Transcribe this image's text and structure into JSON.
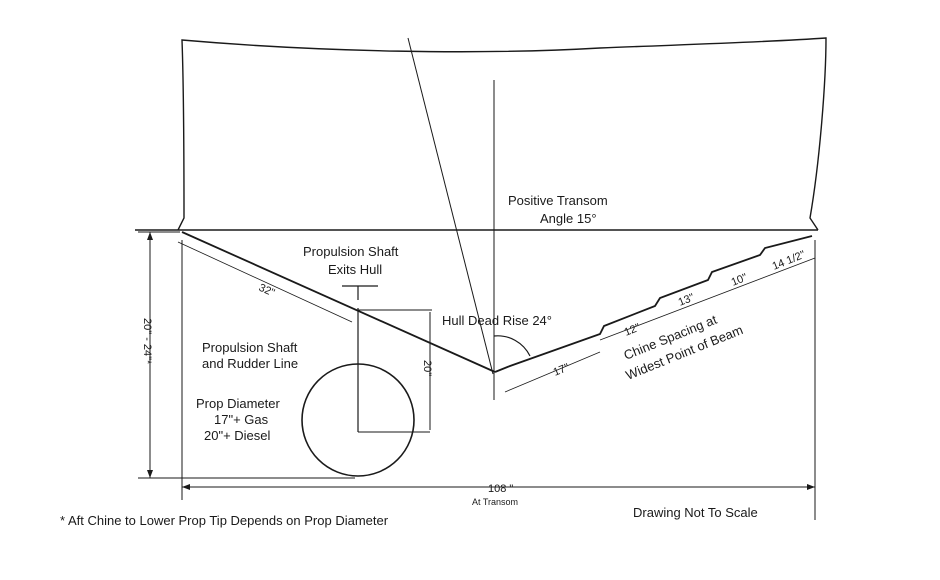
{
  "labels": {
    "positive_transom_line1": "Positive Transom",
    "positive_transom_line2": "Angle 15°",
    "prop_shaft_exits_line1": "Propulsion Shaft",
    "prop_shaft_exits_line2": "Exits Hull",
    "hull_dead_rise": "Hull Dead Rise 24°",
    "shaft_rudder_line1": "Propulsion Shaft",
    "shaft_rudder_line2": "and Rudder Line",
    "prop_diameter_line1": "Prop Diameter",
    "prop_diameter_line2": "17\"+ Gas",
    "prop_diameter_line3": "20\"+ Diesel",
    "chine_spacing_line1": "Chine Spacing at",
    "chine_spacing_line2": "Widest Point of Beam",
    "footnote": "* Aft Chine to Lower Prop Tip Depends on Prop Diameter",
    "not_to_scale": "Drawing Not To Scale"
  },
  "dimensions": {
    "left_edge": "32\"",
    "shaft_drop": "20\"",
    "height": "20\" - 24\"*",
    "chine_17": "17\"",
    "chine_12": "12\"",
    "chine_13": "13\"",
    "chine_10": "10\"",
    "chine_14_5": "14 1/2\"",
    "width": "108 \"",
    "width_sub": "At Transom"
  },
  "colors": {
    "line": "#1a1a1a",
    "background": "#ffffff"
  }
}
